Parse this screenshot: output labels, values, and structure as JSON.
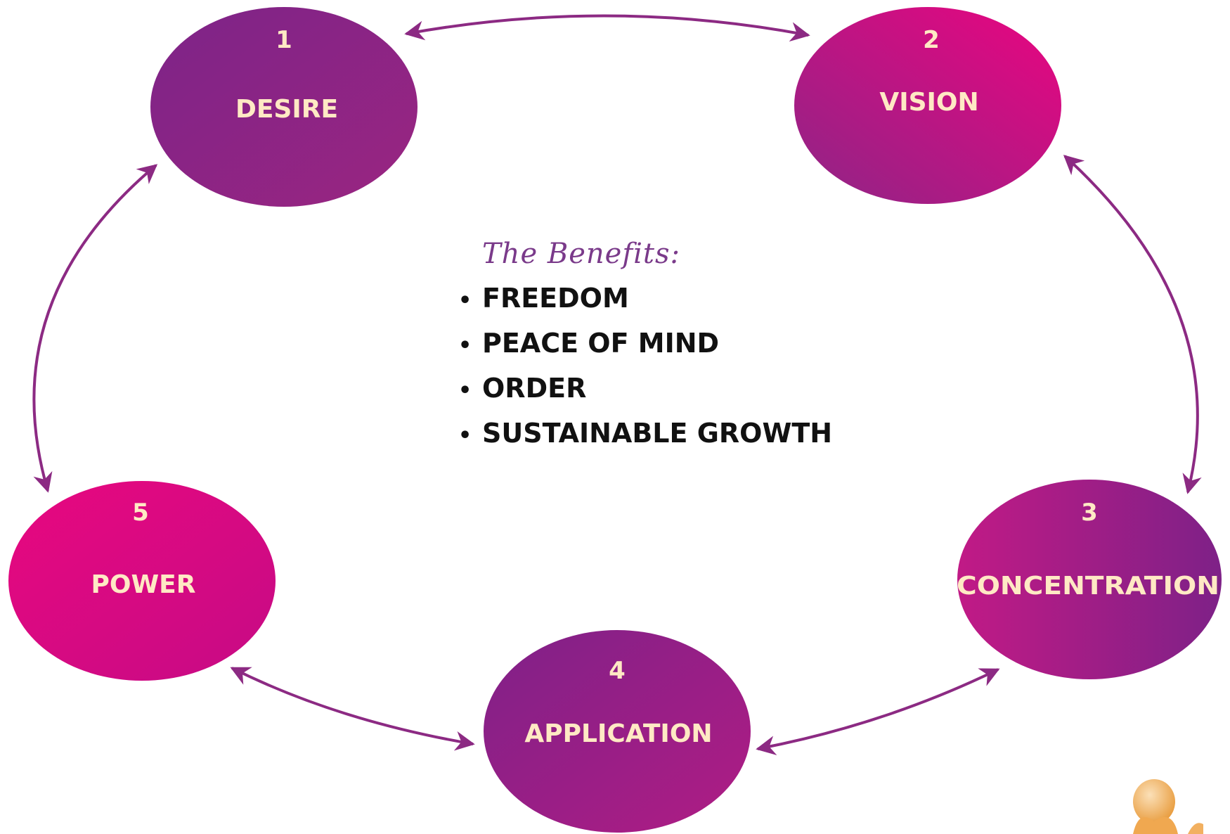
{
  "colors": {
    "purple": "#8a2585",
    "magenta": "#e0077f",
    "label_text": "#ffe9c4",
    "arrow": "#8c2a83"
  },
  "nodes": [
    {
      "number": "1",
      "label": "DESIRE"
    },
    {
      "number": "2",
      "label": "VISION"
    },
    {
      "number": "3",
      "label": "CONCENTRATION"
    },
    {
      "number": "4",
      "label": "APPLICATION"
    },
    {
      "number": "5",
      "label": "POWER"
    }
  ],
  "benefits": {
    "title": "The Benefits:",
    "bullet": "•",
    "items": [
      "FREEDOM",
      "PEACE OF MIND",
      "ORDER",
      "SUSTAINABLE GROWTH"
    ]
  }
}
